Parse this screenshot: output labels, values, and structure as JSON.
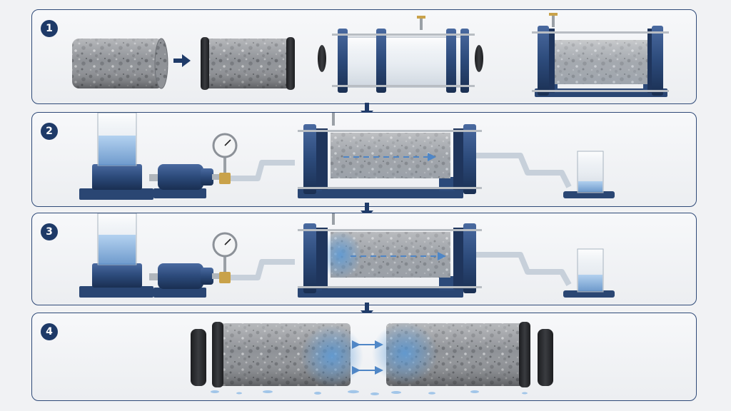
{
  "steps": [
    {
      "number": "1"
    },
    {
      "number": "2"
    },
    {
      "number": "3"
    },
    {
      "number": "4"
    }
  ],
  "colors": {
    "frame": "#2f4a78",
    "steel_blue": "#2c4a7a",
    "concrete": "#8e9196",
    "rubber": "#2b2d31",
    "water": "#7fb0e0",
    "arrow": "#1e3a68"
  },
  "icons": [
    "concrete-core-icon",
    "rubber-cap-icon",
    "test-cell-icon",
    "water-reservoir-icon",
    "pump-icon",
    "pressure-gauge-icon",
    "beaker-icon",
    "flow-arrow-icon",
    "down-arrow-icon",
    "split-arrow-icon"
  ]
}
